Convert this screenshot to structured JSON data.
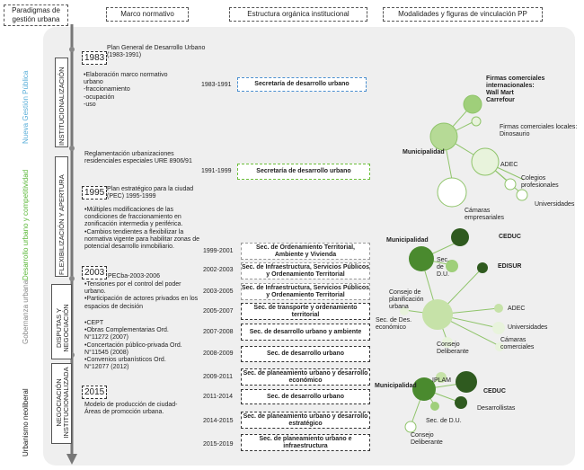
{
  "headers": {
    "paradigmas": "Paradigmas de gestión urbana",
    "marco": "Marco normativo",
    "estructura": "Estructura orgánica institucional",
    "modalidades": "Modalidades y figuras de vinculación PP"
  },
  "side_labels": {
    "ngp": "Nueva Gestión Pública",
    "desarrollo": "Desarrollo urbano y competitividad",
    "gobernanza": "Gobernanza urbana",
    "neoliberal": "Urbanismo neoliberal"
  },
  "phases": {
    "institucionalizacion": "INSTITUCIONALIZACIÓN",
    "flexibilizacion": "FLEXIBILIZACIÓN Y APERTURA",
    "disputas": "DISPUTAS Y NEGOCIACIÓN",
    "negociacion": "NEGOCIACIÓN INSTITUCIONALIZADA"
  },
  "years": {
    "y1983": "1983",
    "y1995": "1995",
    "y2003": "2003",
    "y2015": "2015"
  },
  "marco": {
    "plan1983": "Plan General de Desarrollo Urbano (1983-1991)",
    "elab": "•Elaboración marco normativo urbano\n-fraccionamiento\n-ocupación\n-uso",
    "regl": "Reglamentación urbanizaciones residenciales especiales URE 8906/91",
    "pec": "Plan estratégico para la ciudad (PEC) 1995-1999",
    "multiples": "•Múltiples modificaciones de las condiciones de fraccionamiento en zonificación intermedia y periférica.\n•Cambios tendientes a flexibilizar la normativa vigente para habilitar zonas de potencial desarrollo inmobiliario.",
    "pecba": "PECba-2003-2006",
    "tensiones": "•Tensiones por el control del poder urbano.\n•Participación de actores privados en los espacios de decisión",
    "cept": "•CEPT\n•Obras Complementarias Ord. N°11272 (2007)\n•Concertación público-privada Ord. N°11545 (2008)\n•Convenios urbanísticos Ord. N°12077 (2012)",
    "modelo": "Modelo de producción de ciudad-Áreas de promoción urbana."
  },
  "estructura": [
    {
      "range": "1983-1991",
      "label": "Secretaría de desarrollo urbano"
    },
    {
      "range": "1991-1999",
      "label": "Secretaría de desarrollo urbano"
    },
    {
      "range": "1999-2001",
      "label": "Sec. de Ordenamiento Territorial, Ambiente y Vivienda"
    },
    {
      "range": "2002-2003",
      "label": "Sec. de Infraestructura, Servicios Públicos y Ordenamiento Territorial"
    },
    {
      "range": "2003-2005",
      "label": "Sec. de Infraestructura, Servicios Públicos y Ordenamiento Territorial"
    },
    {
      "range": "2005-2007",
      "label": "Sec. de transporte y ordenamiento territorial"
    },
    {
      "range": "2007-2008",
      "label": "Sec. de desarrollo urbano y ambiente"
    },
    {
      "range": "2008-2009",
      "label": "Sec. de desarrollo urbano"
    },
    {
      "range": "2009-2011",
      "label": "Sec. de planeamiento urbano y desarrollo económico"
    },
    {
      "range": "2011-2014",
      "label": "Sec. de desarrollo urbano"
    },
    {
      "range": "2014-2015",
      "label": "Sec. de planeamiento urbano y desarrollo estratégico"
    },
    {
      "range": "2015-2019",
      "label": "Sec. de planeamiento urbano e infraestructura"
    }
  ],
  "net1": {
    "firmas_int": "Firmas comerciales internacionales:\nWall Mart\nCarrefour",
    "firmas_loc": "Firmas comerciales locales:\nDinosaurio",
    "municipalidad": "Municipalidad",
    "adec": "ADEC",
    "colegios": "Colegios profesionales",
    "universidades": "Universidades",
    "camaras": "Cámaras empresariales"
  },
  "net2": {
    "municipalidad": "Municipalidad",
    "ceduc": "CEDUC",
    "secdu": "Sec. de D.U.",
    "edisur": "EDISUR",
    "consejo_plan": "Consejo de planificación urbana",
    "sec_des": "Sec. de Des. económico",
    "adec": "ADEC",
    "universidades": "Universidades",
    "camaras": "Cámaras comerciales",
    "consejo_del": "Consejo Deliberante"
  },
  "net3": {
    "municipalidad": "Municipalidad",
    "iplam": "IPLAM",
    "ceduc": "CEDUC",
    "desarrollistas": "Desarrollistas",
    "secdu": "Sec. de D.U.",
    "consejo_del": "Consejo Deliberante"
  },
  "colors": {
    "dark_green": "#2f5a1f",
    "mid_green": "#4a8a2e",
    "light_green": "#c6e2a8",
    "pale_green": "#e8f3dc",
    "blue_dash": "#4a8fd0",
    "green_dash": "#6cbf3a",
    "side_blue": "#5aaed8",
    "side_green": "#5cb83a",
    "side_grey": "#888888"
  }
}
